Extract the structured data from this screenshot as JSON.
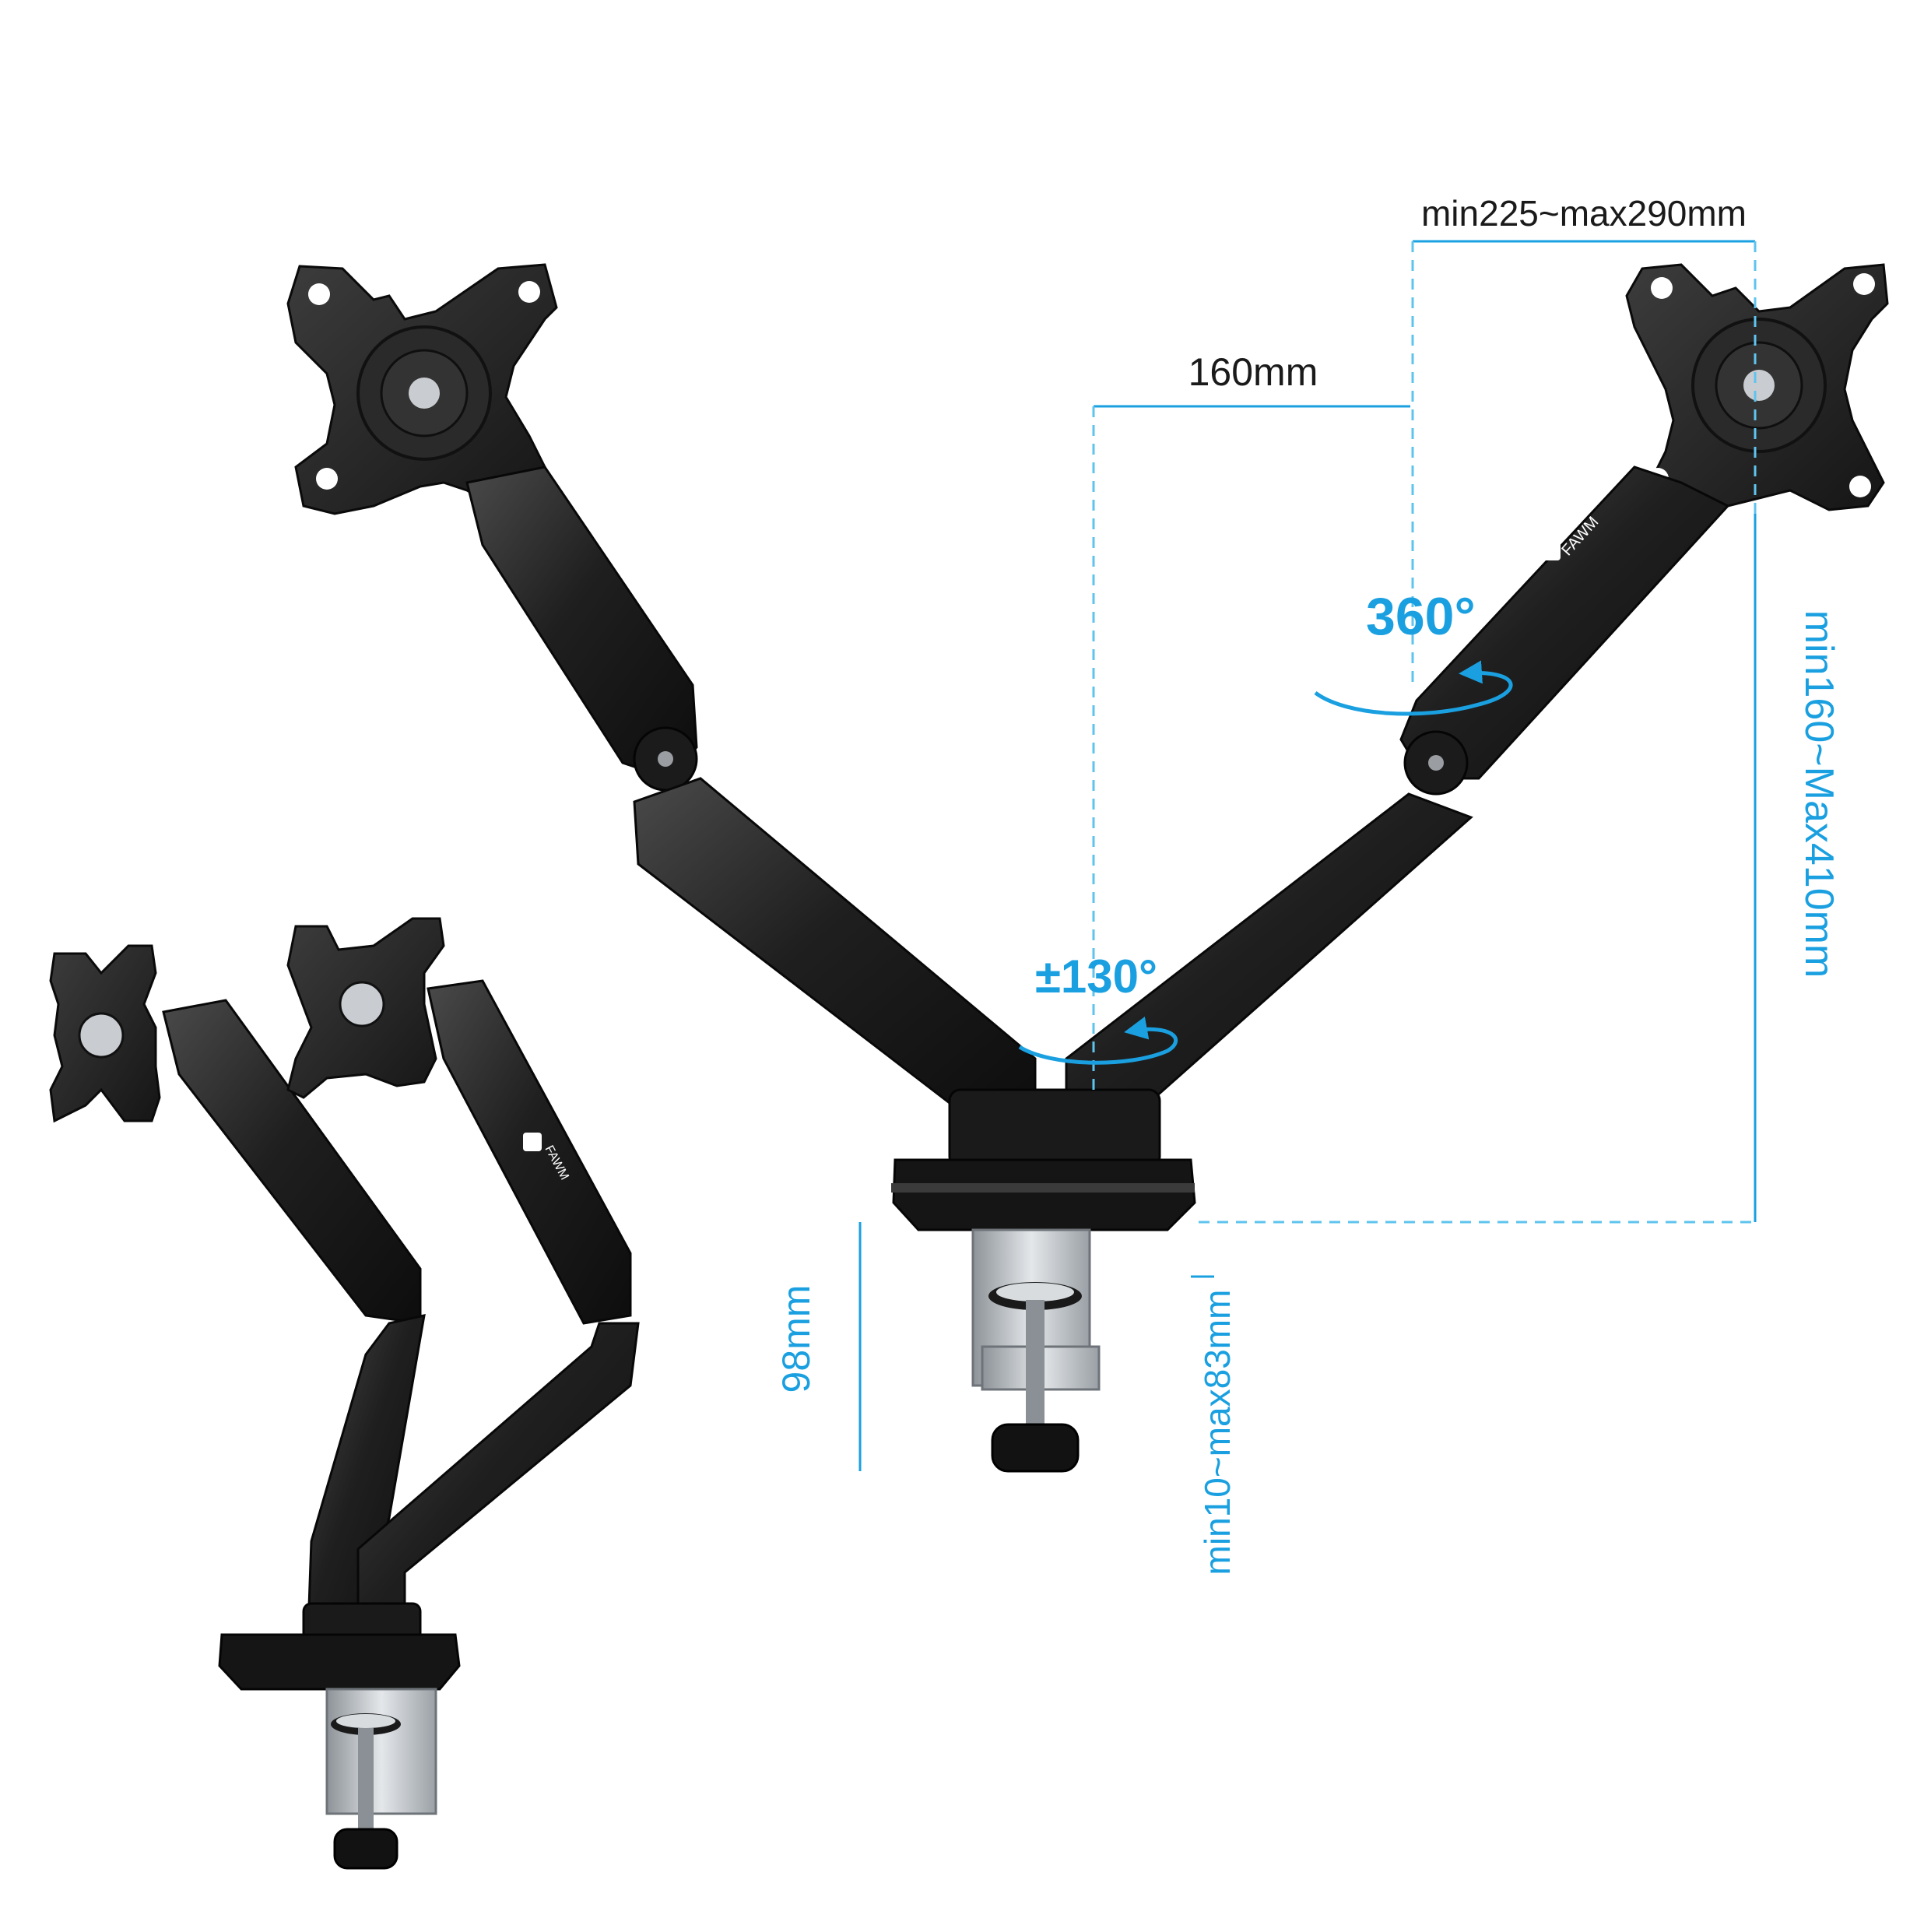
{
  "dimensions": {
    "arm_reach": "min225~max290mm",
    "center_offset": "160mm",
    "height_range": "min160~Max410mm",
    "base_height": "98mm",
    "desk_thickness": "min10~max83mm"
  },
  "rotations": {
    "tilt_swivel": "360°",
    "arm_swing": "±130°"
  },
  "brand": {
    "logo_text": "FAWM"
  },
  "colors": {
    "accent": "#1aa0e0",
    "guide": "#5ec4ee",
    "metal_dark": "#1c1c1c",
    "metal_mid": "#3a3a3a",
    "steel": "#bfc4c8",
    "text_dark": "#1a1a1a"
  }
}
